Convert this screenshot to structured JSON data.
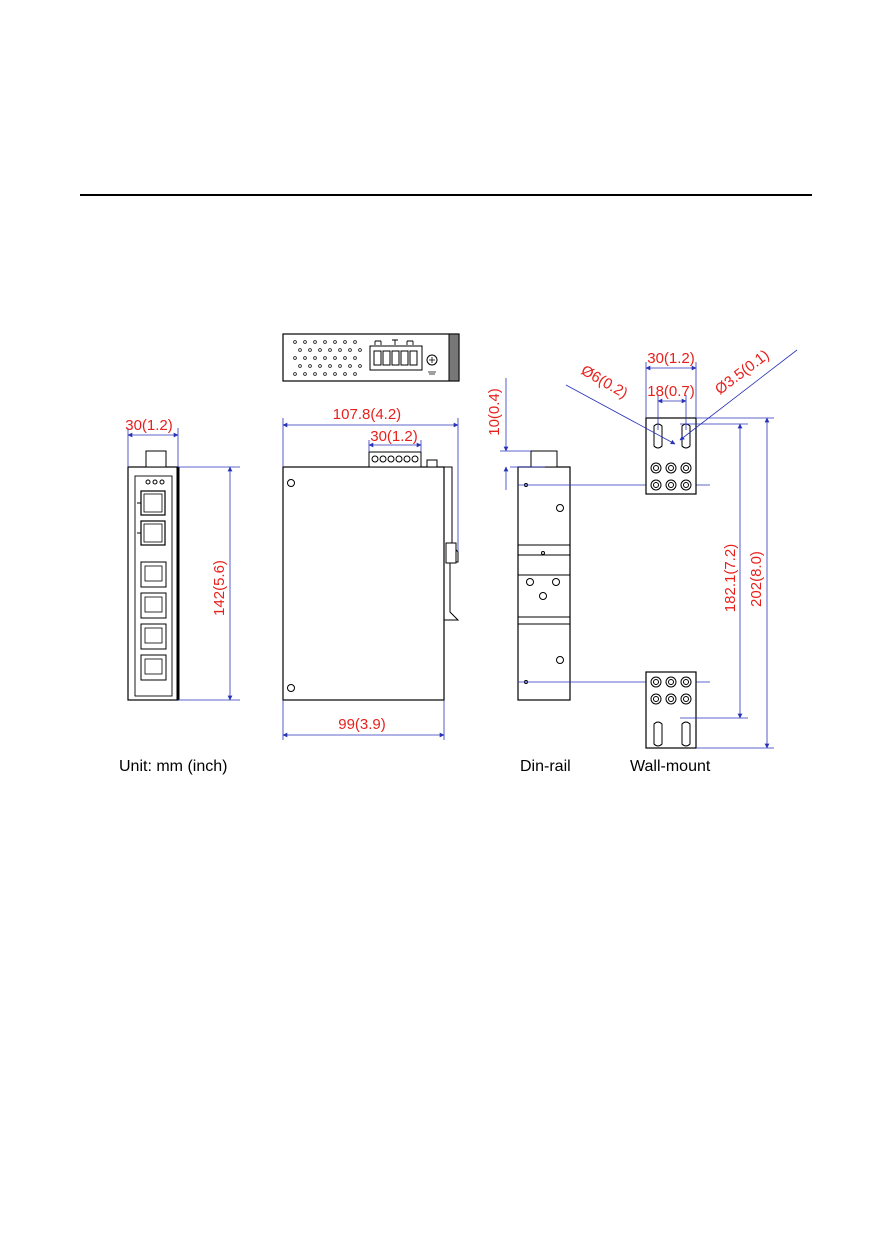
{
  "colors": {
    "dimension": "#e8201c",
    "dimension_line": "#2a33b8",
    "outline": "#000000"
  },
  "dimensions": {
    "front_width": "30(1.2)",
    "front_height": "142(5.6)",
    "side_depth_total": "107.8(4.2)",
    "terminal_width": "30(1.2)",
    "side_depth_base": "99(3.9)",
    "din_offset": "10(0.4)",
    "wall_width": "30(1.2)",
    "hole_spacing": "18(0.7)",
    "hole_dia_large": "Ø6(0.2)",
    "hole_dia_small": "Ø3.5(0.1)",
    "wall_hole_height": "182.1(7.2)",
    "wall_total_height": "202(8.0)"
  },
  "captions": {
    "unit": "Unit: mm (inch)",
    "din_rail": "Din-rail",
    "wall_mount": "Wall-mount"
  },
  "icons": [
    "sfp-port-icon",
    "rj45-port-icon",
    "screw-icon",
    "din-clip-icon",
    "keyhole-icon",
    "terminal-block-icon"
  ]
}
